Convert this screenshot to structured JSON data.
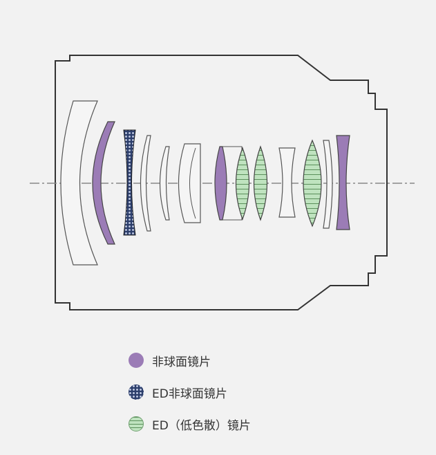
{
  "colors": {
    "background": "#f2f2f2",
    "outline": "#333333",
    "lens_stroke": "#444444",
    "aspherical": "#9b7cb6",
    "ed_aspherical_fill": "#2c3e6b",
    "ed_aspherical_pattern": "#b9c3dd",
    "ed": "#bfe3bf",
    "ed_lines": "#5b8f5b",
    "optical_axis": "#888888"
  },
  "legend": [
    {
      "key": "aspherical",
      "label": "非球面镜片",
      "swatch": "purple-solid",
      "icon": "purple-circle-icon"
    },
    {
      "key": "ed_aspherical",
      "label": "ED非球面镜片",
      "swatch": "navy-crosshatch",
      "icon": "navy-crosshatch-circle-icon"
    },
    {
      "key": "ed",
      "label": "ED（低色散）镜片",
      "swatch": "green-striped",
      "icon": "green-striped-circle-icon"
    }
  ],
  "elements": [
    {
      "id": "element-1",
      "type": "plain"
    },
    {
      "id": "element-2",
      "type": "aspherical"
    },
    {
      "id": "element-3",
      "type": "ed_aspherical"
    },
    {
      "id": "element-4",
      "type": "plain"
    },
    {
      "id": "element-5",
      "type": "plain"
    },
    {
      "id": "element-6",
      "type": "plain"
    },
    {
      "id": "element-7",
      "type": "aspherical"
    },
    {
      "id": "element-8",
      "type": "ed"
    },
    {
      "id": "element-9",
      "type": "ed"
    },
    {
      "id": "element-10",
      "type": "plain"
    },
    {
      "id": "element-11",
      "type": "ed"
    },
    {
      "id": "element-12",
      "type": "plain"
    },
    {
      "id": "element-13",
      "type": "aspherical"
    }
  ]
}
